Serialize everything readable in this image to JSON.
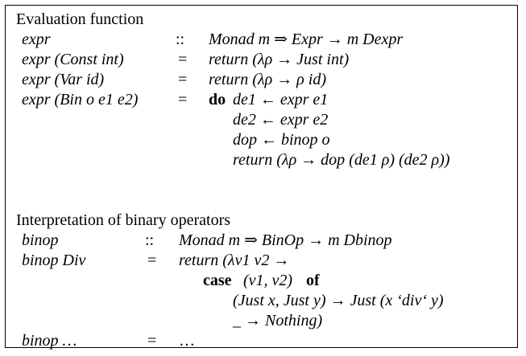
{
  "headings": {
    "eval": "Evaluation function",
    "binop": "Interpretation of binary operators"
  },
  "expr": {
    "row1": {
      "lhs": "expr",
      "op": "::",
      "rhs": "Monad m ⇒ Expr → m Dexpr"
    },
    "row2": {
      "lhs": "expr (Const int)",
      "op": "=",
      "rhs": "return (λρ → Just int)"
    },
    "row3": {
      "lhs": "expr (Var id)",
      "op": "=",
      "rhs": "return (λρ → ρ id)"
    },
    "row4": {
      "lhs": "expr (Bin o e1 e2)",
      "op": "=",
      "kw": "do",
      "rhs": "de1 ← expr e1"
    },
    "row5": {
      "rhs": "de2 ← expr e2"
    },
    "row6": {
      "rhs": "dop ← binop o"
    },
    "row7": {
      "rhs": "return (λρ → dop (de1 ρ) (de2 ρ))"
    }
  },
  "binop": {
    "row1": {
      "lhs": "binop",
      "op": "::",
      "rhs": "Monad m ⇒ BinOp → m Dbinop"
    },
    "row2": {
      "lhs": "binop Div",
      "op": "=",
      "rhs": "return (λv1 v2 →"
    },
    "row3": {
      "kw_case": "case",
      "mid": "(v1, v2)",
      "kw_of": "of"
    },
    "row4": {
      "rhs": "(Just x, Just y) → Just (x ‘div‘ y)"
    },
    "row5": {
      "rhs": "_ → Nothing)"
    },
    "row6": {
      "lhs": "binop …",
      "op": "=",
      "rhs": "…"
    }
  }
}
